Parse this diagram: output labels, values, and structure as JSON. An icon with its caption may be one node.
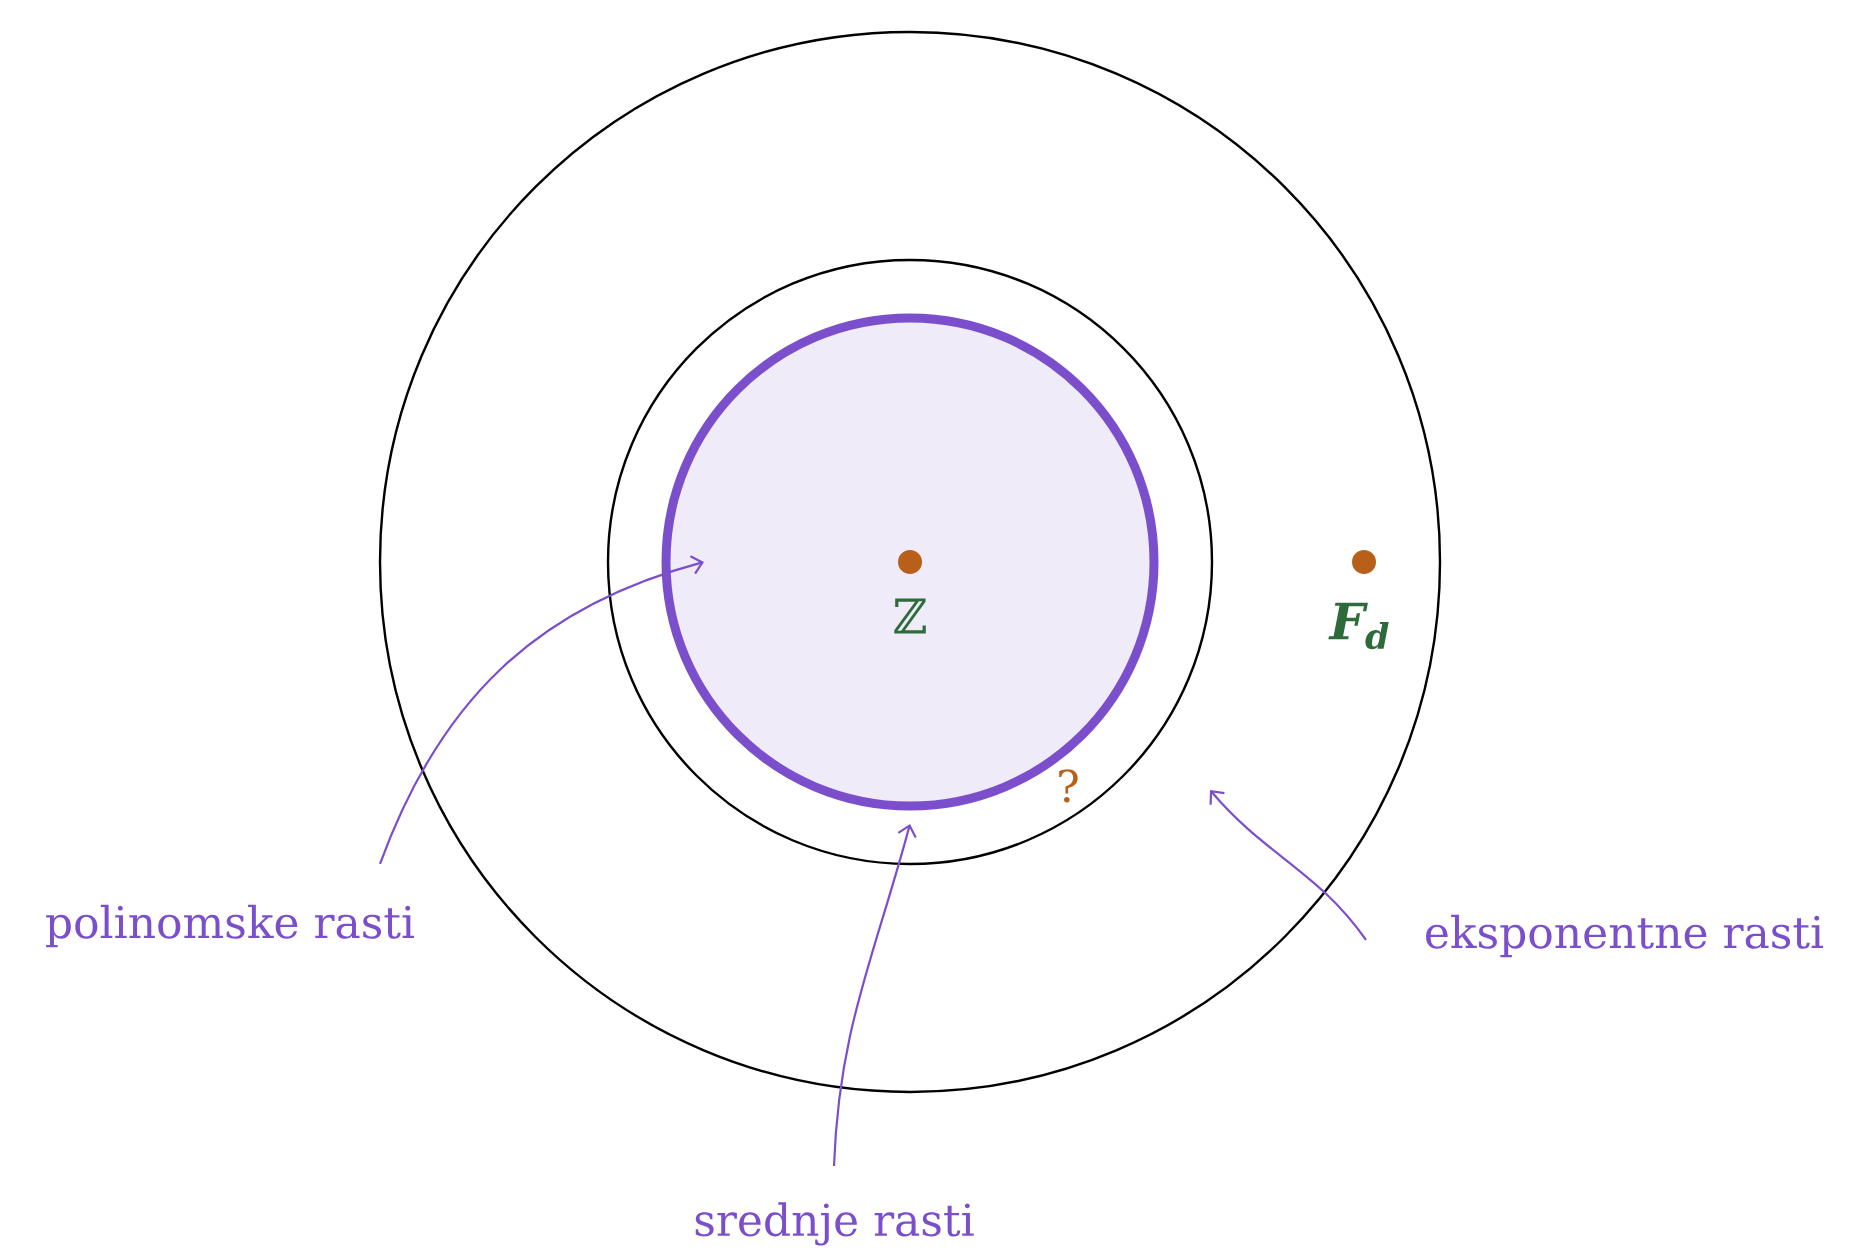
{
  "diagram": {
    "nodes": [
      {
        "text": [],
        "shape": "circle"
      },
      {
        "text": [],
        "shape": "circle",
        "in": 0
      },
      {
        "text": [],
        "shape": "circle",
        "in": 1
      },
      {
        "text": [
          "ℤ"
        ],
        "in": 2
      },
      {
        "text": [
          "F$_{d}$"
        ],
        "in": 0
      },
      {
        "text": [
          "polinomske rasti"
        ]
      },
      {
        "text": [
          "eksponentne rasti"
        ]
      },
      {
        "text": [
          "srednje rasti"
        ]
      }
    ],
    "edges": [
      {
        "from": 5,
        "to": 2,
        "arrow": "to"
      },
      {
        "from": 6,
        "to": 0,
        "arrow": "to"
      },
      {
        "from": 7,
        "to": 1,
        "arrow": "to"
      }
    ],
    "labels": [
      "?"
    ]
  }
}
